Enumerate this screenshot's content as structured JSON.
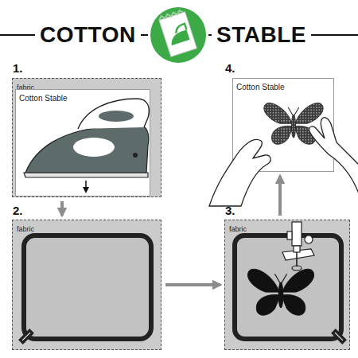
{
  "diagram": {
    "nodes": [
      {
        "text": [
          "fabric"
        ]
      },
      {
        "text": [
          "Cotton Stable"
        ],
        "in": 0
      },
      {
        "text": [
          "fabric"
        ]
      },
      {
        "text": [
          "fabric"
        ]
      },
      {
        "text": [
          "Cotton Stable"
        ]
      }
    ],
    "edges": [
      {
        "from": 0,
        "to": 2,
        "arrow": "to"
      },
      {
        "from": 2,
        "to": 3,
        "arrow": "to"
      },
      {
        "from": 3,
        "to": 4,
        "arrow": "to"
      }
    ],
    "labels": [
      "COTTON",
      "STABLE",
      "1.",
      "2.",
      "3.",
      "4."
    ]
  }
}
